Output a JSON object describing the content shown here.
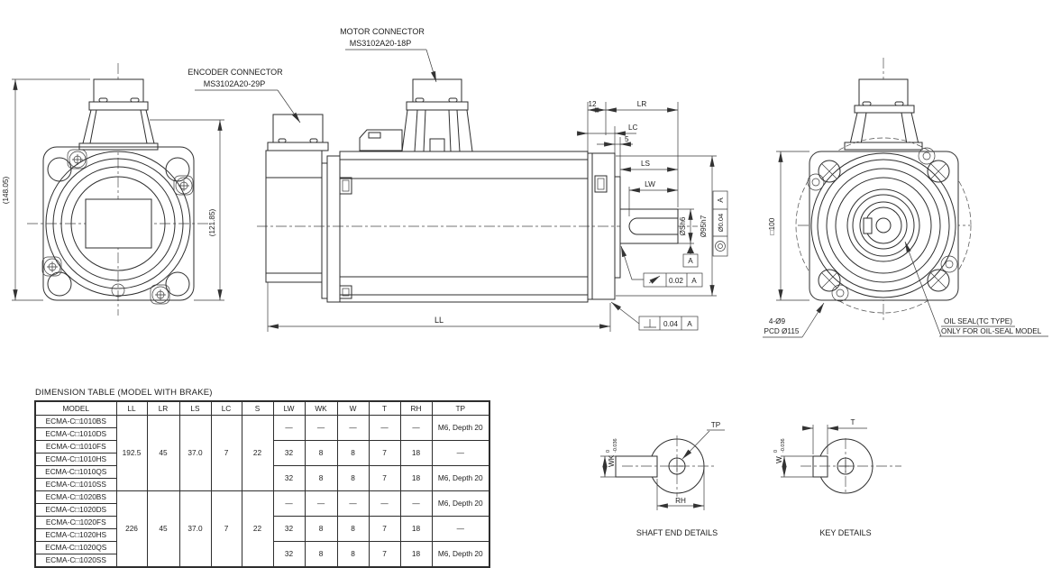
{
  "labels": {
    "encoder1": "ENCODER CONNECTOR",
    "encoder2": "MS3102A20-29P",
    "motor1": "MOTOR CONNECTOR",
    "motor2": "MS3102A20-18P",
    "h148": "(148.05)",
    "h121": "(121.85)",
    "d12": "12",
    "dLR": "LR",
    "dLC": "LC",
    "d5": "5",
    "dLS": "LS",
    "dLW": "LW",
    "dLL": "LL",
    "shaft_d": "ØSh6",
    "pilot_d": "Ø95h7",
    "sq100": "□100",
    "holes1": "4-Ø9",
    "holes2": "PCD Ø115",
    "oil1": "OIL SEAL(TC TYPE)",
    "oil2": "ONLY FOR OIL-SEAL MODEL",
    "runout_val": "0.02",
    "perp_val": "0.04",
    "conc_val": "Ø0.04",
    "datum": "A"
  },
  "details": {
    "shaft_caption": "SHAFT END DETAILS",
    "key_caption": "KEY DETAILS",
    "wk": "WK",
    "w": "W",
    "tol_hi": "0",
    "tol_lo": "-0.036",
    "tp": "TP",
    "rh": "RH",
    "t": "T"
  },
  "table": {
    "title": "DIMENSION TABLE (MODEL WITH BRAKE)",
    "headers": [
      "MODEL",
      "LL",
      "LR",
      "LS",
      "LC",
      "S",
      "LW",
      "WK",
      "W",
      "T",
      "RH",
      "TP"
    ],
    "models": [
      "ECMA-C□1010BS",
      "ECMA-C□1010DS",
      "ECMA-C□1010FS",
      "ECMA-C□1010HS",
      "ECMA-C□1010QS",
      "ECMA-C□1010SS",
      "ECMA-C□1020BS",
      "ECMA-C□1020DS",
      "ECMA-C□1020FS",
      "ECMA-C□1020HS",
      "ECMA-C□1020QS",
      "ECMA-C□1020SS"
    ],
    "ll": [
      "192.5",
      "226"
    ],
    "lr": [
      "45",
      "45"
    ],
    "ls": [
      "37.0",
      "37.0"
    ],
    "lc": [
      "7",
      "7"
    ],
    "s": [
      "22",
      "22"
    ],
    "groups": [
      {
        "lw": "—",
        "wk": "—",
        "w": "—",
        "t": "—",
        "rh": "—",
        "tp": "M6, Depth 20"
      },
      {
        "lw": "32",
        "wk": "8",
        "w": "8",
        "t": "7",
        "rh": "18",
        "tp": "—"
      },
      {
        "lw": "32",
        "wk": "8",
        "w": "8",
        "t": "7",
        "rh": "18",
        "tp": "M6, Depth 20"
      },
      {
        "lw": "—",
        "wk": "—",
        "w": "—",
        "t": "—",
        "rh": "—",
        "tp": "M6, Depth 20"
      },
      {
        "lw": "32",
        "wk": "8",
        "w": "8",
        "t": "7",
        "rh": "18",
        "tp": "—"
      },
      {
        "lw": "32",
        "wk": "8",
        "w": "8",
        "t": "7",
        "rh": "18",
        "tp": "M6, Depth 20"
      }
    ]
  }
}
